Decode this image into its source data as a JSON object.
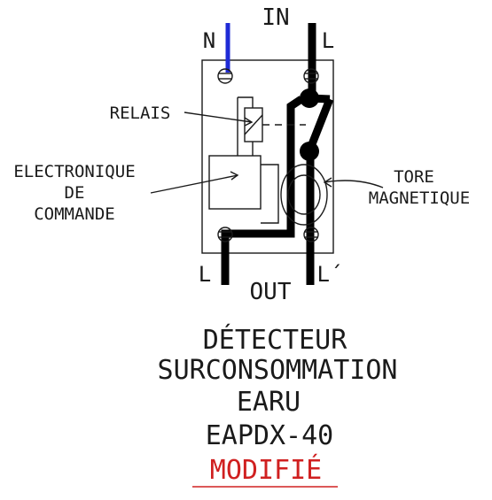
{
  "top": {
    "in": "IN",
    "n": "N",
    "l": "L"
  },
  "bottom": {
    "out": "OUT",
    "l": "L",
    "l_prime": "L´"
  },
  "callouts": {
    "relais": "RELAIS",
    "electronique_1": "ELECTRONIQUE",
    "electronique_2": "DE",
    "electronique_3": "COMMANDE",
    "tore_1": "TORE",
    "tore_2": "MAGNETIQUE"
  },
  "title": {
    "line1": "DÉTECTEUR",
    "line2": "SURCONSOMMATION",
    "line3": "EARU",
    "line4": "EAPDX-40",
    "modified": "MODIFIÉ"
  },
  "colors": {
    "neutral_wire": "#1f2bd6",
    "phase_wire": "#000000",
    "modified_text": "#d02020",
    "linework": "#1a1a1a"
  }
}
